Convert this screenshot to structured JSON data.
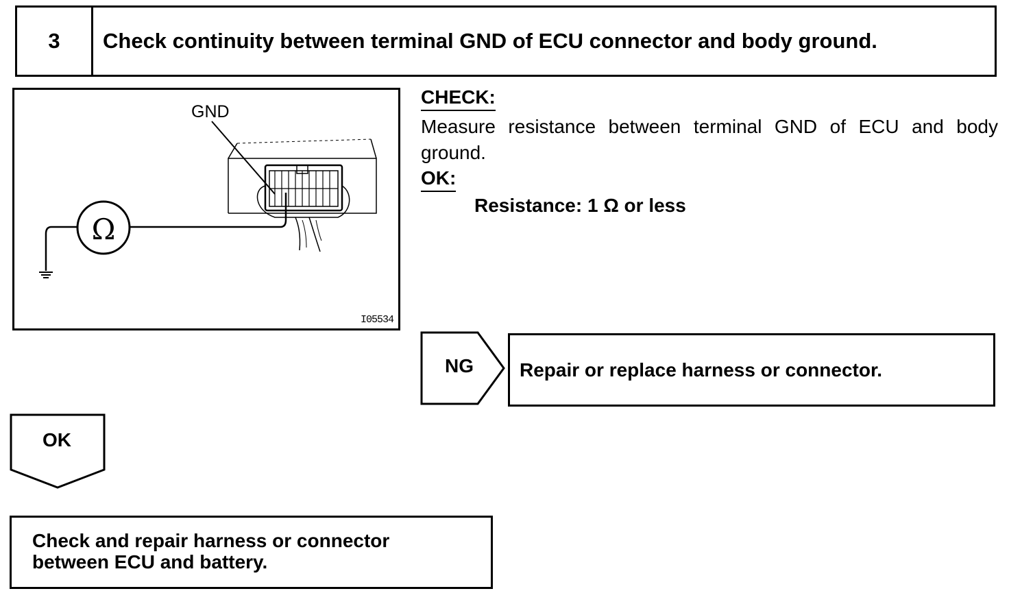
{
  "step": {
    "number": "3",
    "title": "Check continuity between terminal GND of ECU connector and body ground."
  },
  "illustration": {
    "gnd_label": "GND",
    "meter_symbol": "Ω",
    "figure_id": "I05534",
    "icons": [
      "ohmmeter-icon",
      "ground-symbol-icon",
      "ecu-connector-icon"
    ]
  },
  "check": {
    "heading": "CHECK:",
    "body": "Measure resistance between terminal GND of ECU and body ground.",
    "ok_heading": "OK:",
    "spec": "Resistance: 1 Ω or less"
  },
  "ng_branch": {
    "label": "NG",
    "action": "Repair or replace harness or connector."
  },
  "ok_branch": {
    "label": "OK",
    "action_line1": "Check and repair harness or connector",
    "action_line2": "between ECU and battery."
  }
}
